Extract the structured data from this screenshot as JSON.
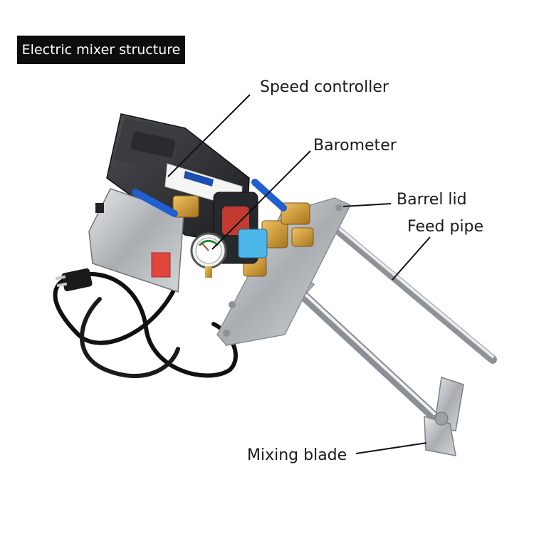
{
  "title": "Electric mixer structure",
  "labels": {
    "speed_controller": "Speed controller",
    "barometer": "Barometer",
    "barrel_lid": "Barrel lid",
    "feed_pipe": "Feed pipe",
    "mixing_blade": "Mixing blade"
  },
  "colors": {
    "banner_bg": "#0d0d0d",
    "metal": "#b9bcbf",
    "motor": "#2b2d30",
    "brass": "#c8962e",
    "valve_handle": "#1f5fd0",
    "cable": "#111111"
  }
}
